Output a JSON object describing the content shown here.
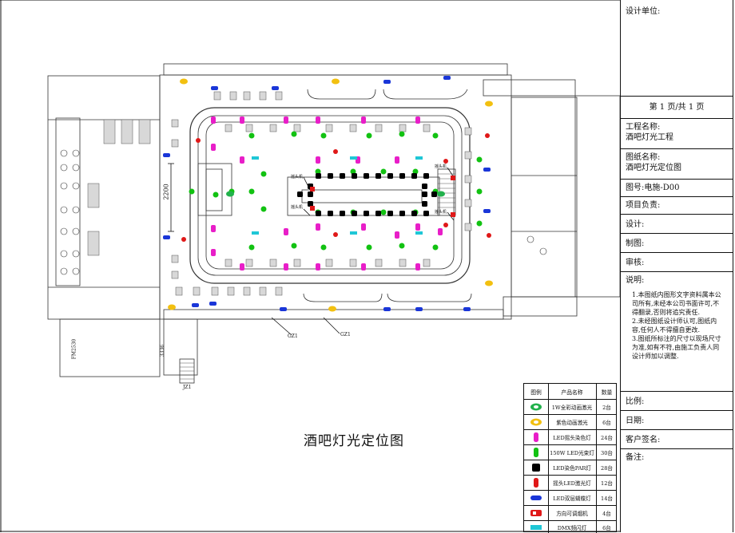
{
  "drawing": {
    "title": "酒吧灯光定位图",
    "dimension_label": "2200",
    "markers": {
      "gz1": "GZ1",
      "jz1": "JZ1",
      "fm": "FM2530",
      "dim_3336": "3336"
    },
    "control_labels": [
      "摇头机",
      "摇头机",
      "摇头机",
      "摇头机"
    ]
  },
  "title_block": {
    "design_unit": "设计单位:",
    "page": "第 1 页/共 1 页",
    "project_name_label": "工程名称:",
    "project_name": "酒吧灯光工程",
    "drawing_name_label": "图纸名称:",
    "drawing_name": "酒吧灯光定位图",
    "drawing_no": "图号:电施-D00",
    "project_lead": "项目负责:",
    "design": "设计:",
    "drafting": "制图:",
    "review": "审核:",
    "notes_label": "说明:",
    "notes": [
      "1.本图纸内图形文字资料属本公",
      "司所有,未经本公司书面许可,不",
      "得翻录,否则将追究责任.",
      "2.未经图纸设计师认可,图纸内",
      "容,任何人不得擅自更改.",
      "3.图纸所标注的尺寸以现场尺寸",
      "为准,如有不符,由施工负责人同",
      "设计师加以调整."
    ],
    "scale": "比例:",
    "date": "日期:",
    "client_signature": "客户签名:",
    "remarks": "备注:"
  },
  "legend": {
    "headers": {
      "icon": "图例",
      "name": "产品名称",
      "qty": "数量"
    },
    "items": [
      {
        "icon": "rgb-laser-icon",
        "name": "1W全彩动画激光",
        "qty": "2台",
        "color": "#22b14c"
      },
      {
        "icon": "purple-laser-icon",
        "name": "紫色动画激光",
        "qty": "6台",
        "color": "#f2c010"
      },
      {
        "icon": "moving-head-wash-icon",
        "name": "LED摇头染色灯",
        "qty": "24台",
        "color": "#e81ec8"
      },
      {
        "icon": "beam-light-icon",
        "name": "150W LED光束灯",
        "qty": "30台",
        "color": "#12c212"
      },
      {
        "icon": "par-light-icon",
        "name": "LED染色PAR灯",
        "qty": "28台",
        "color": "#000000"
      },
      {
        "icon": "moving-head-laser-icon",
        "name": "摇头LED激光灯",
        "qty": "12台",
        "color": "#e01818"
      },
      {
        "icon": "butterfly-light-icon",
        "name": "LED双层蝴蝶灯",
        "qty": "14台",
        "color": "#1a36d8"
      },
      {
        "icon": "smoke-machine-icon",
        "name": "方向可调烟机",
        "qty": "4台",
        "color": "#e01818"
      },
      {
        "icon": "strobe-icon",
        "name": "DMX频闪灯",
        "qty": "6台",
        "color": "#1fc7d6"
      }
    ]
  }
}
